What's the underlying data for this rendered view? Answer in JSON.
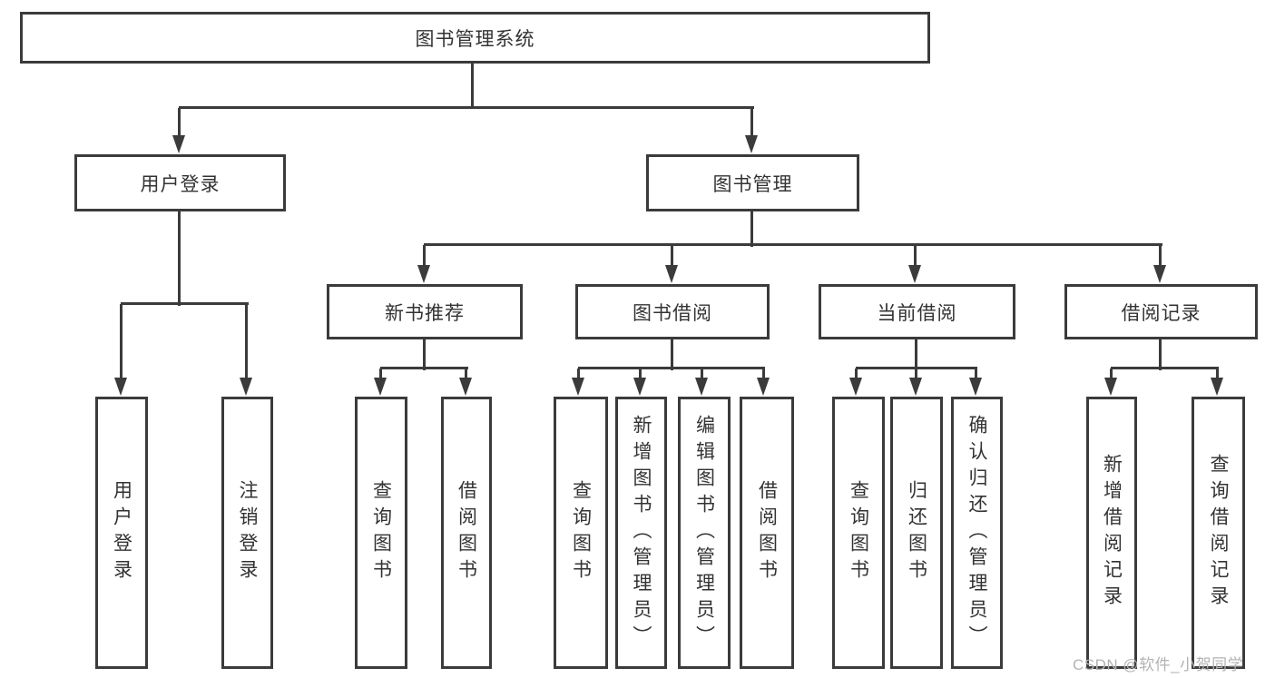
{
  "colors": {
    "line": "#3b3b3b",
    "text": "#333333",
    "watermark": "#b3b3b3",
    "background": "#ffffff"
  },
  "watermark": "CSDN @软件_小贺同学",
  "tree": {
    "root": {
      "label": "图书管理系统"
    },
    "level2": [
      {
        "label": "用户登录"
      },
      {
        "label": "图书管理"
      }
    ],
    "level3": [
      {
        "label": "新书推荐"
      },
      {
        "label": "图书借阅"
      },
      {
        "label": "当前借阅"
      },
      {
        "label": "借阅记录"
      }
    ],
    "leaves": {
      "user_login": [
        {
          "label": "用户登录"
        },
        {
          "label": "注销登录"
        }
      ],
      "new_book": [
        {
          "label": "查询图书"
        },
        {
          "label": "借阅图书"
        }
      ],
      "book_borrow": [
        {
          "label": "查询图书"
        },
        {
          "label": "新增图书（管理员）"
        },
        {
          "label": "编辑图书（管理员）"
        },
        {
          "label": "借阅图书"
        }
      ],
      "current_borrow": [
        {
          "label": "查询图书"
        },
        {
          "label": "归还图书"
        },
        {
          "label": "确认归还（管理员）"
        }
      ],
      "borrow_record": [
        {
          "label": "新增借阅记录"
        },
        {
          "label": "查询借阅记录"
        }
      ]
    }
  }
}
